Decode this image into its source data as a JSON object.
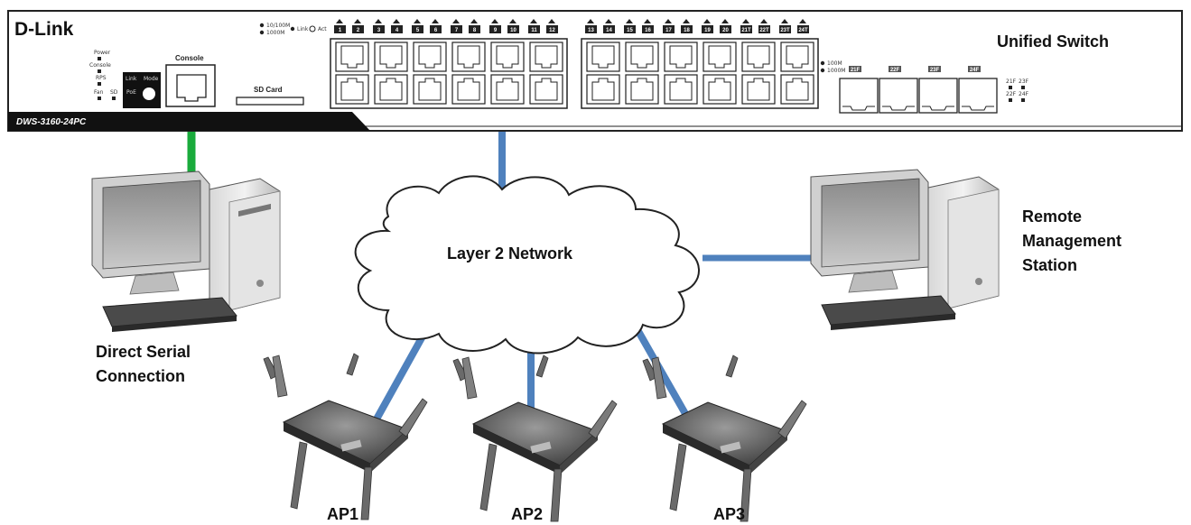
{
  "switch": {
    "brand": "D-Link",
    "model": "DWS-3160-24PC",
    "title": "Unified Switch",
    "console_label": "Console",
    "sd_label": "SD Card",
    "left_leds": [
      "Power",
      "Console",
      "RPS",
      "Fan",
      "SD"
    ],
    "mode_labels": [
      "Link",
      "Mode",
      "PoE"
    ],
    "speed_legend": [
      "10/100M",
      "1000M",
      "Link",
      "Act"
    ],
    "fiber_legend": [
      "100M",
      "1000M"
    ],
    "ports_group1": [
      "1",
      "2",
      "3",
      "4",
      "5",
      "6",
      "7",
      "8",
      "9",
      "10",
      "11",
      "12"
    ],
    "ports_group2": [
      "13",
      "14",
      "15",
      "16",
      "17",
      "18",
      "19",
      "20",
      "21T",
      "22T",
      "23T",
      "24T"
    ],
    "sfp_ports": [
      "21F",
      "22F",
      "23F",
      "24F"
    ],
    "sfp_leds": [
      "21F",
      "23F",
      "22F",
      "24F"
    ]
  },
  "nodes": {
    "serial_pc_label": "Direct Serial\nConnection",
    "remote_pc_label": "Remote\nManagement\nStation",
    "cloud_label": "Layer 2 Network",
    "aps": [
      "AP1",
      "AP2",
      "AP3"
    ]
  },
  "colors": {
    "console_cable": "#1aab3c",
    "network_cable": "#4f81bd",
    "switch_body": "#ffffff",
    "panel_dark": "#111111"
  }
}
